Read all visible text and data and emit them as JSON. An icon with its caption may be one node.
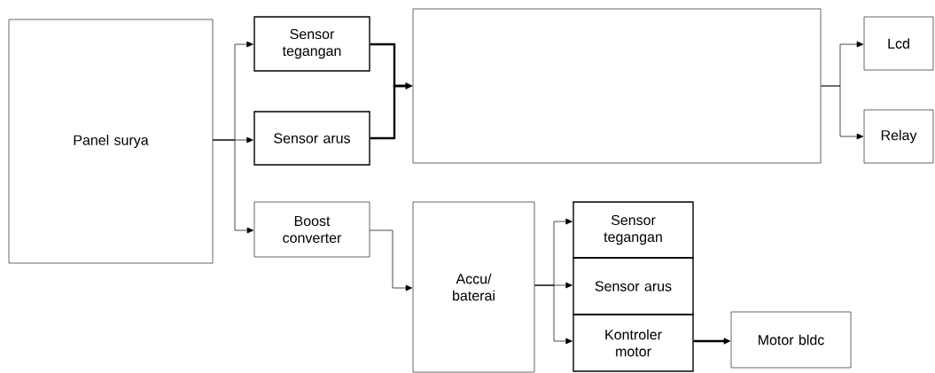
{
  "diagram": {
    "nodes": [
      {
        "text": [
          "Panel surya"
        ]
      },
      {
        "text": [
          "Sensor tegangan"
        ]
      },
      {
        "text": [
          "Sensor arus"
        ]
      },
      {
        "text": [
          "Boost converter"
        ]
      },
      {
        "text": [],
        "shape": "box"
      },
      {
        "text": [
          "Lcd"
        ]
      },
      {
        "text": [
          "Relay"
        ]
      },
      {
        "text": [
          "Accu/ baterai"
        ]
      },
      {
        "text": [
          "Sensor tegangan"
        ]
      },
      {
        "text": [
          "Sensor arus"
        ]
      },
      {
        "text": [
          "Kontroler motor"
        ]
      },
      {
        "text": [
          "Motor bldc"
        ]
      }
    ],
    "edges": [
      {
        "from": 0,
        "to": 1,
        "arrow": "to"
      },
      {
        "from": 0,
        "to": 2,
        "arrow": "to"
      },
      {
        "from": 0,
        "to": 3,
        "arrow": "to"
      },
      {
        "from": 1,
        "to": 4,
        "arrow": "to",
        "style": "thick"
      },
      {
        "from": 2,
        "to": 4,
        "arrow": "to",
        "style": "thick"
      },
      {
        "from": 3,
        "to": 7,
        "arrow": "to"
      },
      {
        "from": 4,
        "to": 5,
        "arrow": "to"
      },
      {
        "from": 4,
        "to": 6,
        "arrow": "to"
      },
      {
        "from": 7,
        "to": 8,
        "arrow": "to"
      },
      {
        "from": 7,
        "to": 9,
        "arrow": "to"
      },
      {
        "from": 7,
        "to": 10,
        "arrow": "to"
      },
      {
        "from": 10,
        "to": 11,
        "arrow": "to",
        "style": "thick"
      }
    ]
  }
}
